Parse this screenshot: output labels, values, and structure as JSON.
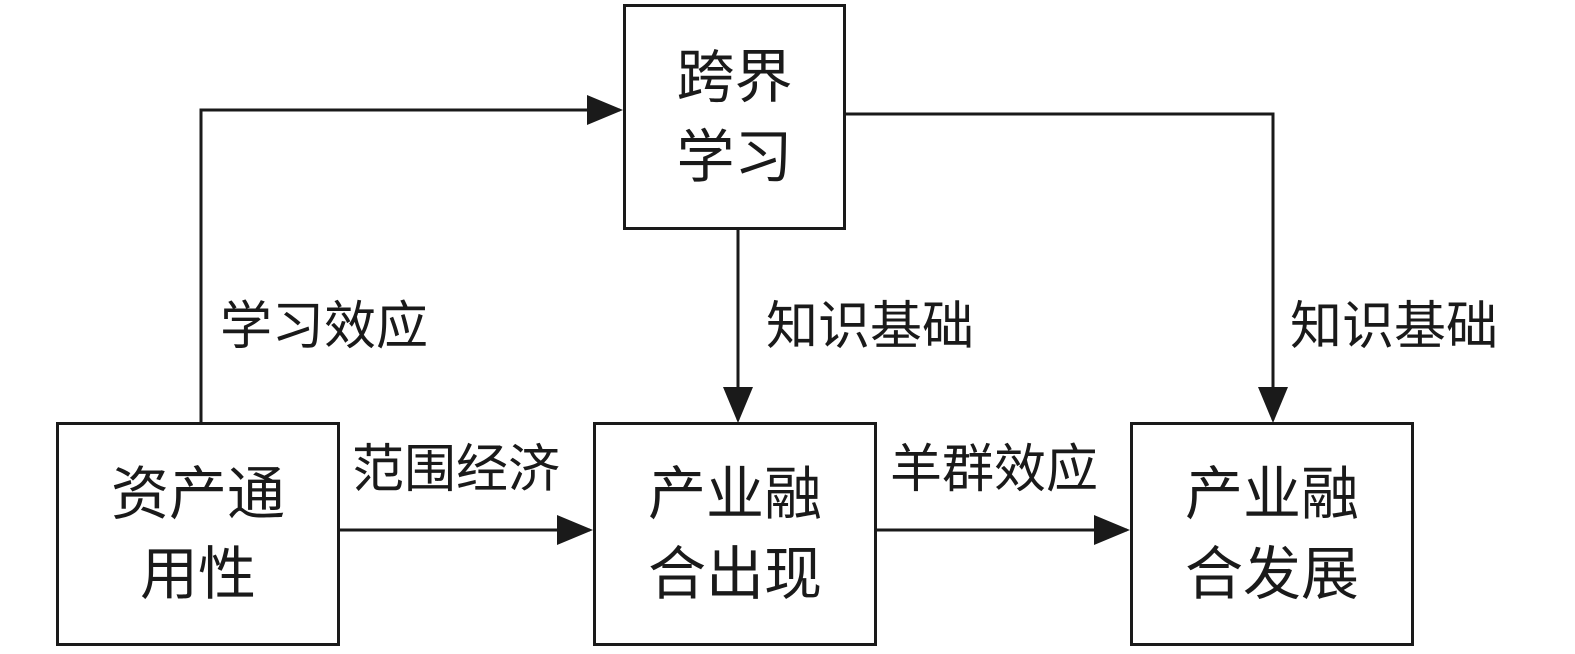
{
  "nodes": {
    "cross_learning": {
      "line1": "跨界",
      "line2": "学习"
    },
    "asset_generality": {
      "line1": "资产通",
      "line2": "用性"
    },
    "fusion_emergence": {
      "line1": "产业融",
      "line2": "合出现"
    },
    "fusion_development": {
      "line1": "产业融",
      "line2": "合发展"
    }
  },
  "edges": {
    "learning_effect": "学习效应",
    "knowledge_base_center": "知识基础",
    "knowledge_base_right": "知识基础",
    "scope_economy": "范围经济",
    "herd_effect": "羊群效应"
  },
  "colors": {
    "stroke": "#1a1a1a",
    "background": "#ffffff"
  }
}
